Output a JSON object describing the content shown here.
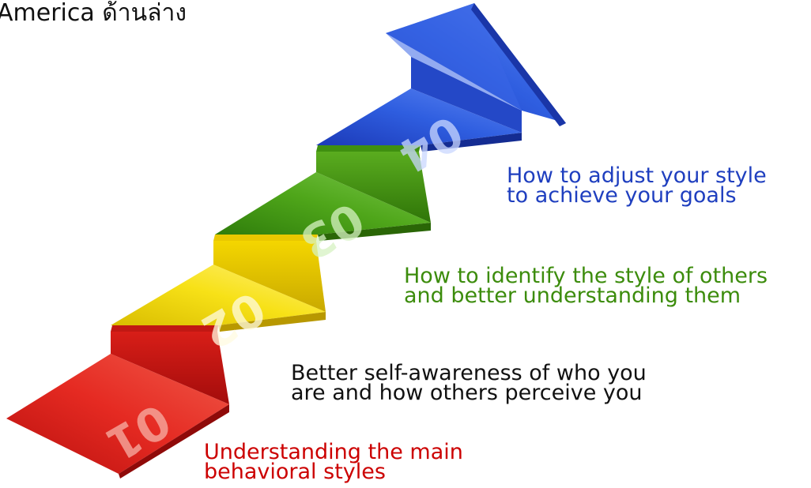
{
  "header": {
    "title": "America ด้านล่าง"
  },
  "steps": [
    {
      "number": "01",
      "line1": "Understanding the main",
      "line2": "behavioral styles",
      "color": "#cc0000"
    },
    {
      "number": "02",
      "line1": "Better self-awareness of who you",
      "line2": "are and how others perceive you",
      "color": "#111111"
    },
    {
      "number": "03",
      "line1": "How to identify the style of others",
      "line2": "and better understanding them",
      "color": "#3c8c0c"
    },
    {
      "number": "04",
      "line1": "How to adjust your style",
      "line2": "to achieve your goals",
      "color": "#1f3fbf"
    }
  ],
  "palette": {
    "red": "#e3231d",
    "yellow": "#f2d707",
    "green": "#4ea218",
    "blue": "#2a55d8"
  }
}
